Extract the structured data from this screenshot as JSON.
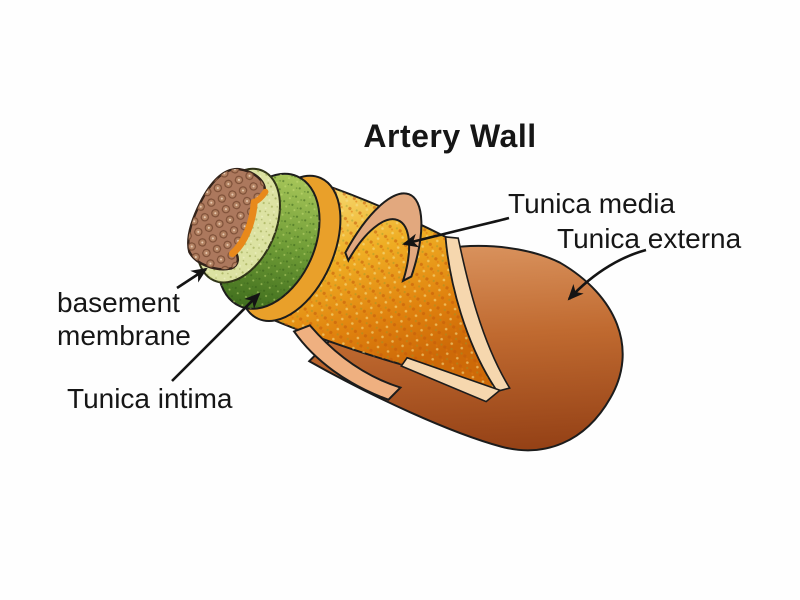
{
  "diagram": {
    "title": "Artery Wall",
    "labels": {
      "tunica_media": "Tunica media",
      "tunica_externa": "Tunica externa",
      "basement_membrane_line1": "basement",
      "basement_membrane_line2": "membrane",
      "tunica_intima": "Tunica intima"
    },
    "colors": {
      "background": "#fefefe",
      "text": "#161616",
      "outline": "#1c1c1c",
      "lumen_brown": "#ac785d",
      "internal_elastic_lamina_orange": "#e8891b",
      "basement_pale_green": "#dce2a2",
      "intima_green": "#6f9c36",
      "media_orange": "#efae24",
      "externa_copper": "#c06a30",
      "externa_cut_salmon": "#e2a87e",
      "externa_cut_lip_salmon": "#efb080",
      "cut_edge_cream": "#f6d7ae",
      "outer_elastic_rim_gold": "#e9a02a"
    }
  }
}
